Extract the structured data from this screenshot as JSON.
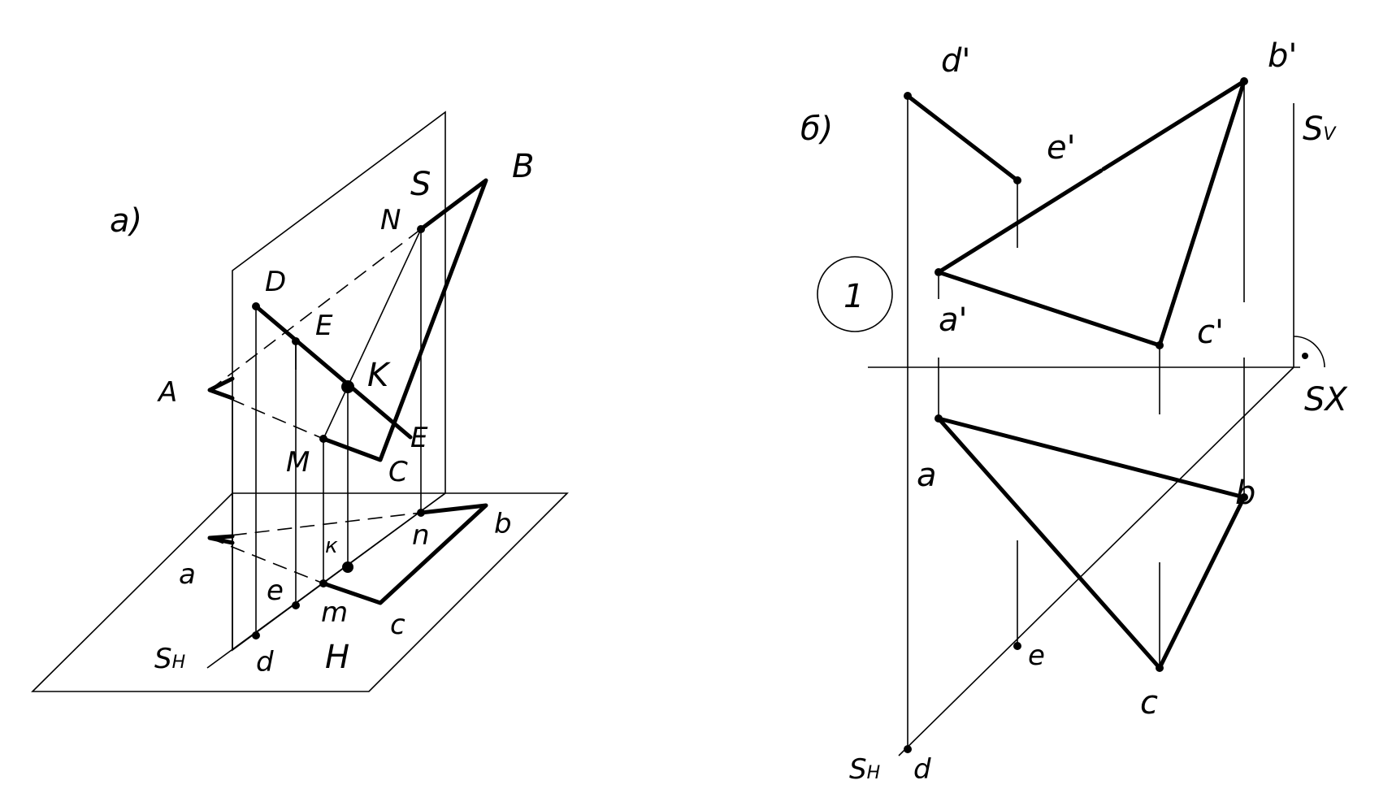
{
  "diagram": {
    "left": {
      "caption": "а)",
      "labels": {
        "S": "S",
        "B": "B",
        "N": "N",
        "D": "D",
        "E_upper": "E",
        "K": "K",
        "A": "A",
        "E_lower": "E",
        "M": "M",
        "C": "C",
        "n": "n",
        "b": "b",
        "k": "к",
        "a": "a",
        "e": "e",
        "m": "m",
        "c": "c",
        "SH": "S",
        "SH_sub": "H",
        "d": "d",
        "H": "H"
      }
    },
    "right": {
      "caption": "б)",
      "circle_number": "1",
      "labels": {
        "d_prime": "d'",
        "b_prime": "b'",
        "Sv": "S",
        "Sv_sub": "V",
        "e_prime": "e'",
        "a_prime": "a'",
        "c_prime": "c'",
        "Sx": "SX",
        "a": "a",
        "b": "b",
        "e": "e",
        "c": "c",
        "SH": "S",
        "SH_sub": "H",
        "d": "d"
      }
    }
  }
}
